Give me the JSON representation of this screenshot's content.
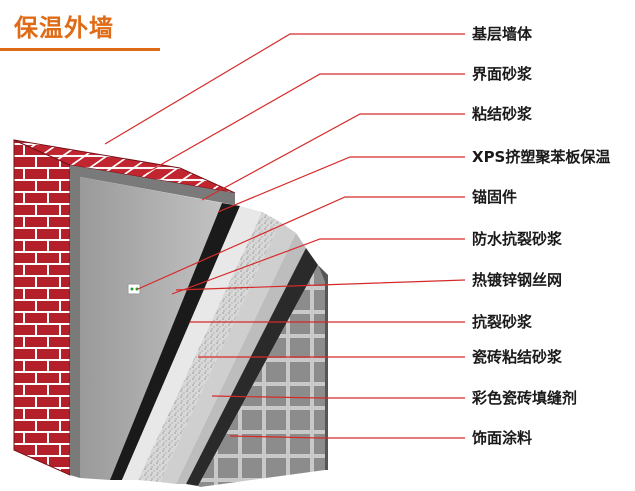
{
  "title": "保温外墙",
  "colors": {
    "title": "#e06b16",
    "leader_line": "#d62a2a",
    "brick": "#b3202a",
    "mortar": "#ffffff"
  },
  "layers": [
    {
      "id": "base-wall",
      "label": "基层墙体"
    },
    {
      "id": "interface-mortar",
      "label": "界面砂浆"
    },
    {
      "id": "bonding-mortar",
      "label": "粘结砂浆"
    },
    {
      "id": "xps-board",
      "label": "XPS挤塑聚苯板保温"
    },
    {
      "id": "anchor",
      "label": "锚固件"
    },
    {
      "id": "anticrack-mortar-1",
      "label": "防水抗裂砂浆"
    },
    {
      "id": "steel-mesh",
      "label": "热镀锌钢丝网"
    },
    {
      "id": "anticrack-mortar-2",
      "label": "抗裂砂浆"
    },
    {
      "id": "tile-adhesive",
      "label": "瓷砖粘结砂浆"
    },
    {
      "id": "tile-grout",
      "label": "彩色瓷砖填缝剂"
    },
    {
      "id": "finish-coat",
      "label": "饰面涂料"
    }
  ]
}
